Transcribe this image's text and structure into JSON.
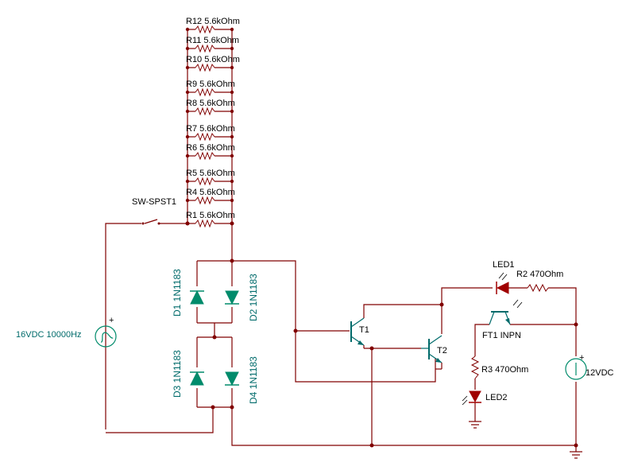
{
  "resistors": [
    {
      "name": "R12",
      "value": "5.6kOhm"
    },
    {
      "name": "R11",
      "value": "5.6kOhm"
    },
    {
      "name": "R10",
      "value": "5.6kOhm"
    },
    {
      "name": "R9",
      "value": "5.6kOhm"
    },
    {
      "name": "R8",
      "value": "5.6kOhm"
    },
    {
      "name": "R7",
      "value": "5.6kOhm"
    },
    {
      "name": "R6",
      "value": "5.6kOhm"
    },
    {
      "name": "R5",
      "value": "5.6kOhm"
    },
    {
      "name": "R4",
      "value": "5.6kOhm"
    },
    {
      "name": "R1",
      "value": "5.6kOhm"
    }
  ],
  "switch": {
    "label": "SW-SPST1"
  },
  "ac_source": {
    "label": "16VDC 10000Hz"
  },
  "diodes": {
    "d1": "D1 1N1183",
    "d2": "D2 1N1183",
    "d3": "D3 1N1183",
    "d4": "D4 1N1183"
  },
  "transistors": {
    "t1": "T1",
    "t2": "T2"
  },
  "led1": {
    "label": "LED1"
  },
  "r2": {
    "label": "R2 470Ohm"
  },
  "phototransistor": {
    "label": "FT1 INPN"
  },
  "r3": {
    "label": "R3 470Ohm"
  },
  "led2": {
    "label": "LED2"
  },
  "dc_source": {
    "label": "12VDC",
    "plus": "+"
  },
  "ac_plus": "+",
  "colors": {
    "wire": "#800000",
    "component": "#008b6b",
    "label_teal": "#006b6b"
  }
}
